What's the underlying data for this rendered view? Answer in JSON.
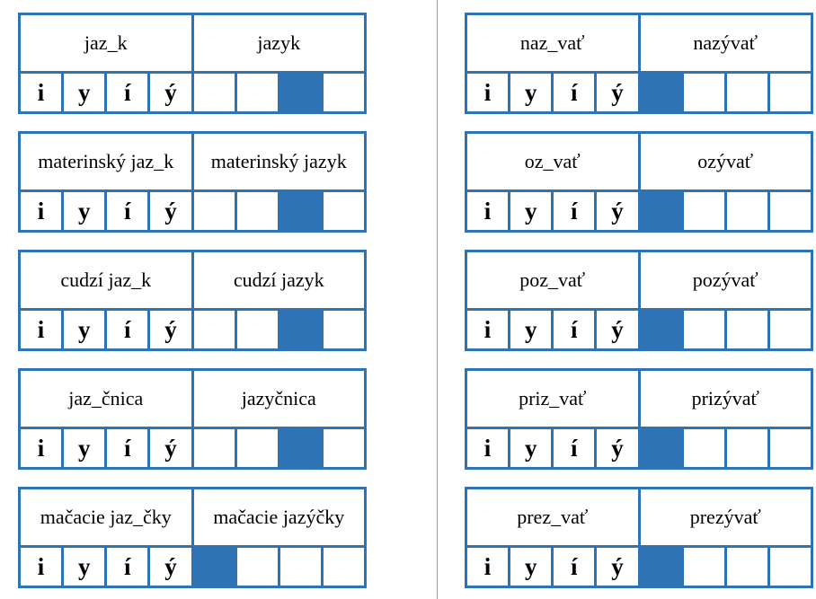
{
  "options": [
    "i",
    "y",
    "í",
    "ý"
  ],
  "colors": {
    "accent": "#2e74b5",
    "divider": "#9a9a9a"
  },
  "left": [
    {
      "blank": "jaz_k",
      "answer": "jazyk",
      "filled_box": 3
    },
    {
      "blank": "materinský jaz_k",
      "answer": "materinský jazyk",
      "filled_box": 3
    },
    {
      "blank": "cudzí jaz_k",
      "answer": "cudzí jazyk",
      "filled_box": 3
    },
    {
      "blank": "jaz_čnica",
      "answer": "jazyčnica",
      "filled_box": 3
    },
    {
      "blank": "mačacie jaz_čky",
      "answer": "mačacie jazýčky",
      "filled_box": 1
    }
  ],
  "right": [
    {
      "blank": "naz_vať",
      "answer": "nazývať",
      "filled_box": 1
    },
    {
      "blank": "oz_vať",
      "answer": "ozývať",
      "filled_box": 1
    },
    {
      "blank": "poz_vať",
      "answer": "pozývať",
      "filled_box": 1
    },
    {
      "blank": "priz_vať",
      "answer": "prizývať",
      "filled_box": 1
    },
    {
      "blank": "prez_vať",
      "answer": "prezývať",
      "filled_box": 1
    }
  ]
}
